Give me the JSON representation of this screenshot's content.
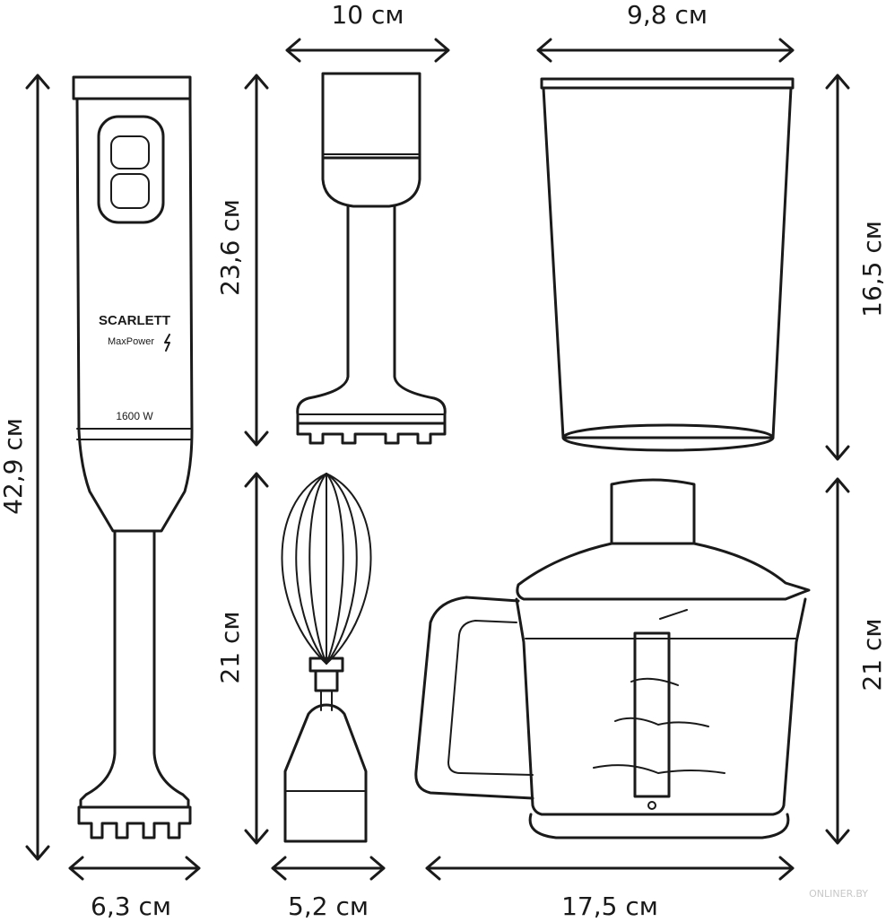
{
  "dimensions": {
    "top_chopper_attachment_width": "10 см",
    "top_beaker_width": "9,8 см",
    "blender_height": "42,9 см",
    "chopper_attachment_height": "23,6 см",
    "beaker_height": "16,5 см",
    "whisk_height": "21 см",
    "bowl_height": "21 см",
    "blender_width": "6,3 см",
    "whisk_width": "5,2 см",
    "bowl_width": "17,5 см"
  },
  "product": {
    "brand": "SCARLETT",
    "model_line": "MaxPower",
    "power": "1600 W"
  },
  "watermark": "ONLINER.BY"
}
